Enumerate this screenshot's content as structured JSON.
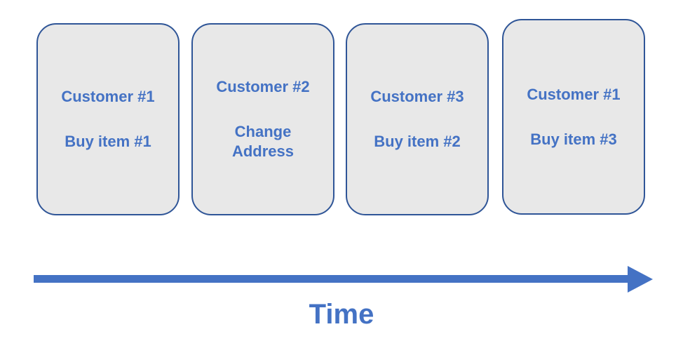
{
  "diagram": {
    "time_axis_label": "Time",
    "cards": [
      {
        "customer": "Customer #1",
        "action": "Buy item #1"
      },
      {
        "customer": "Customer #2",
        "action": "Change\nAddress"
      },
      {
        "customer": "Customer #3",
        "action": "Buy item #2"
      },
      {
        "customer": "Customer #1",
        "action": "Buy item #3"
      }
    ],
    "colors": {
      "card_fill": "#e8e8e8",
      "card_border": "#2f5597",
      "text": "#4472c4",
      "arrow": "#4472c4"
    }
  }
}
